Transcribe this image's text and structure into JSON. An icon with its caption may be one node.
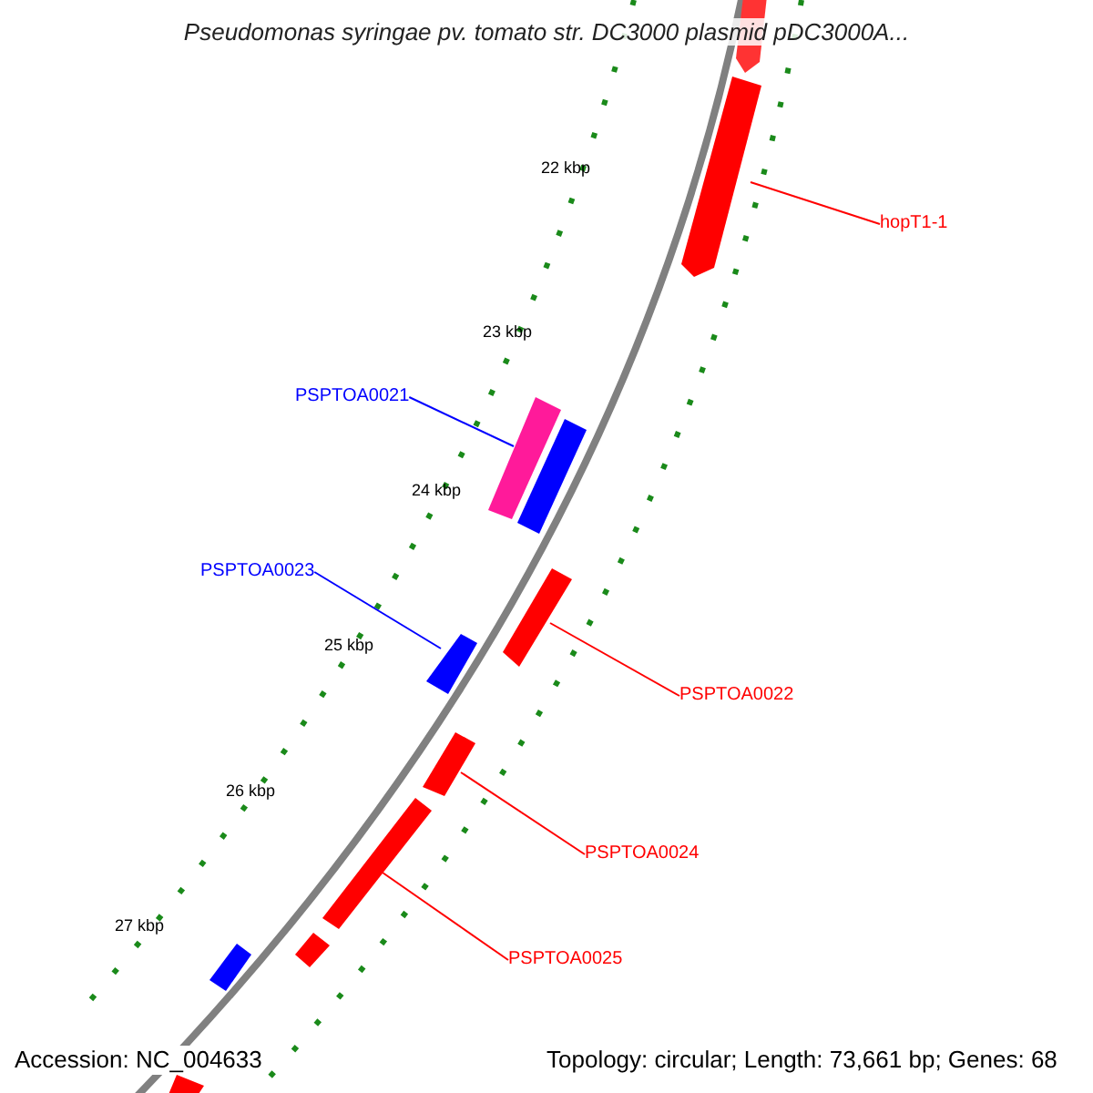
{
  "diagram": {
    "title": "Pseudomonas syringae pv. tomato str. DC3000 plasmid pDC3000A...",
    "nodes": [
      {
        "text": [
          "hopT1-1"
        ]
      },
      {
        "text": [],
        "shape": "bar"
      },
      {
        "text": [
          "PSPTOA0021"
        ]
      },
      {
        "text": [],
        "shape": "bar"
      },
      {
        "text": [
          "PSPTOA0023"
        ]
      },
      {
        "text": [],
        "shape": "bar"
      },
      {
        "text": [
          "PSPTOA0022"
        ]
      },
      {
        "text": [],
        "shape": "bar"
      },
      {
        "text": [
          "PSPTOA0024"
        ]
      },
      {
        "text": [],
        "shape": "bar"
      },
      {
        "text": [
          "PSPTOA0025"
        ]
      },
      {
        "text": [],
        "shape": "bar"
      }
    ],
    "edges": [
      {
        "from": 0,
        "to": 1,
        "arrow": "none"
      },
      {
        "from": 2,
        "to": 3,
        "arrow": "none",
        "color": "#0000ff"
      },
      {
        "from": 4,
        "to": 5,
        "arrow": "none",
        "color": "#0000ff"
      },
      {
        "from": 6,
        "to": 7,
        "arrow": "none"
      },
      {
        "from": 8,
        "to": 9,
        "arrow": "none"
      },
      {
        "from": 10,
        "to": 11,
        "arrow": "none"
      }
    ],
    "labels": [
      "22 kbp",
      "23 kbp",
      "24 kbp",
      "25 kbp",
      "26 kbp",
      "27 kbp",
      "Accession: NC_004633",
      "Topology: circular; Length: 73,661 bp; Genes: 68"
    ]
  }
}
